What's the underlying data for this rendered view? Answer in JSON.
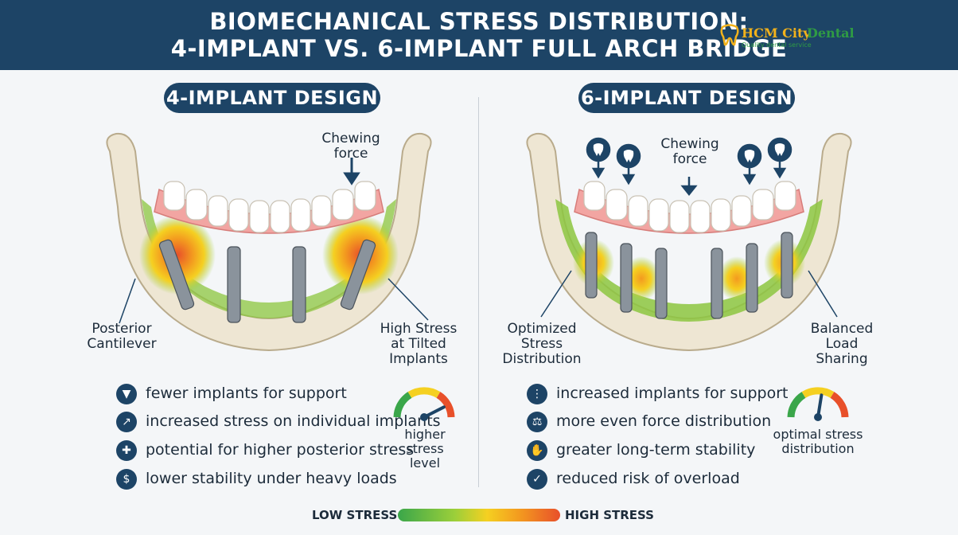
{
  "header": {
    "title_line1": "BIOMECHANICAL STRESS DISTRIBUTION:",
    "title_line2": "4-IMPLANT VS. 6-IMPLANT FULL ARCH BRIDGE",
    "logo_brand1": "HCM City",
    "logo_brand2": "Dental",
    "logo_tagline": "Quality dental service"
  },
  "left": {
    "title": "4-IMPLANT DESIGN",
    "force_label": "Chewing force",
    "label_posterior_line1": "Posterior",
    "label_posterior_line2": "Cantilever",
    "label_high_line1": "High Stress",
    "label_high_line2": "at Tilted",
    "label_high_line3": "Implants",
    "bullets": [
      {
        "icon": "implant-icon",
        "text": "fewer implants for support"
      },
      {
        "icon": "stress-chart-icon",
        "text": "increased stress on individual implants"
      },
      {
        "icon": "posterior-icon",
        "text": "potential for higher posterior stress"
      },
      {
        "icon": "weight-icon",
        "text": "lower stability under heavy loads"
      }
    ],
    "gauge_caption_line1": "higher",
    "gauge_caption_line2": "stress",
    "gauge_caption_line3": "level",
    "gauge_level": 0.85
  },
  "right": {
    "title": "6-IMPLANT DESIGN",
    "force_label": "Chewing force",
    "label_optimized_line1": "Optimized",
    "label_optimized_line2": "Stress",
    "label_optimized_line3": "Distribution",
    "label_balanced_line1": "Balanced",
    "label_balanced_line2": "Load",
    "label_balanced_line3": "Sharing",
    "bullets": [
      {
        "icon": "implants-icon",
        "text": "increased implants for support"
      },
      {
        "icon": "balance-scale-icon",
        "text": "more even force distribution"
      },
      {
        "icon": "stability-hand-icon",
        "text": "greater long-term stability"
      },
      {
        "icon": "check-icon",
        "text": "reduced risk of overload"
      }
    ],
    "gauge_caption_line1": "optimal stress",
    "gauge_caption_line2": "distribution",
    "gauge_level": 0.55
  },
  "legend": {
    "low": "LOW STRESS",
    "high": "HIGH STRESS"
  },
  "colors": {
    "navy": "#1d4466",
    "bone": "#eee6d3",
    "low": "#3aa64a",
    "mid": "#f5d021",
    "high": "#e8502a"
  }
}
